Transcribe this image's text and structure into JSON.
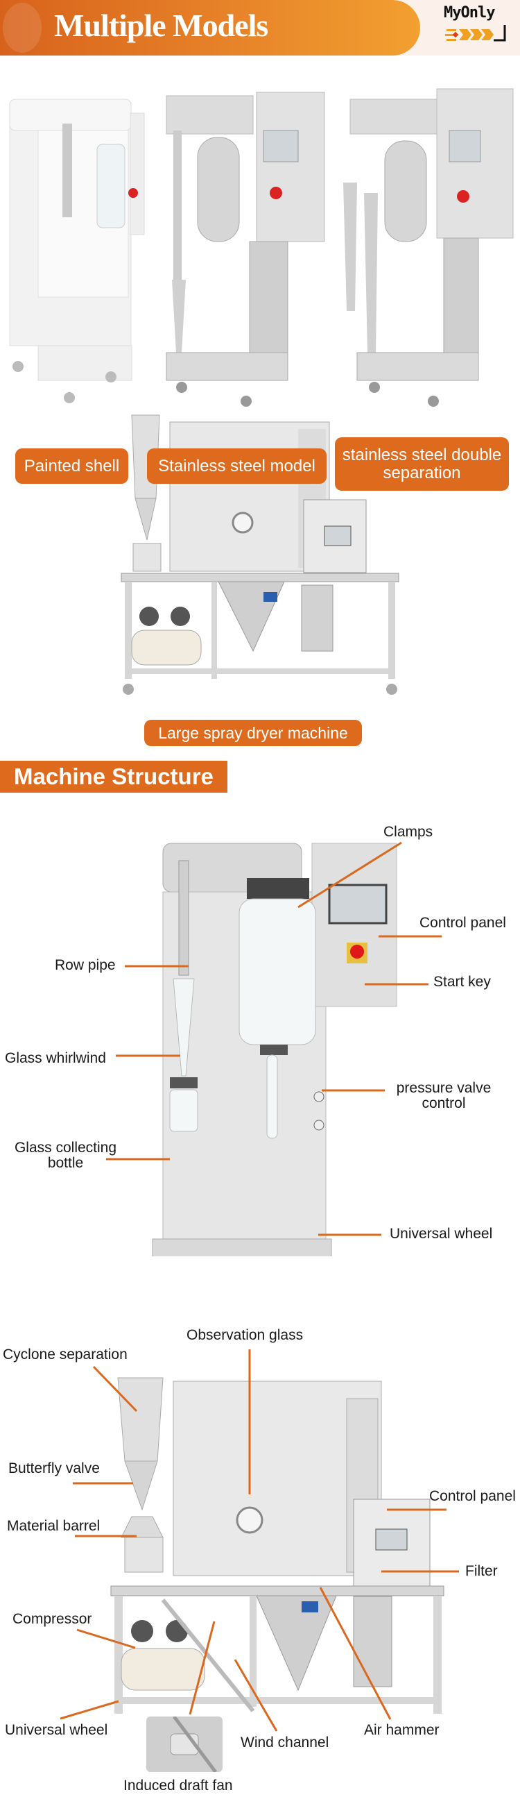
{
  "header": {
    "title": "Multiple Models",
    "logo_text": "MyOnly"
  },
  "models": [
    {
      "label": "Painted shell"
    },
    {
      "label": "Stainless steel model"
    },
    {
      "label": "stainless steel double separation"
    }
  ],
  "large_machine": {
    "label": "Large spray dryer machine"
  },
  "structure": {
    "title": "Machine Structure",
    "lab_labels": {
      "clamps": "Clamps",
      "control_panel": "Control panel",
      "row_pipe": "Row pipe",
      "start_key": "Start key",
      "glass_whirlwind": "Glass whirlwind",
      "pressure_valve": "pressure valve control",
      "glass_bottle": "Glass collecting bottle",
      "universal_wheel": "Universal wheel"
    },
    "large_labels": {
      "observation_glass": "Observation glass",
      "cyclone": "Cyclone separation",
      "butterfly_valve": "Butterfly valve",
      "material_barrel": "Material barrel",
      "control_panel": "Control panel",
      "filter": "Filter",
      "compressor": "Compressor",
      "universal_wheel": "Universal wheel",
      "wind_channel": "Wind channel",
      "air_hammer": "Air hammer",
      "induced_draft_fan": "Induced draft fan"
    }
  },
  "colors": {
    "accent": "#de6a1e",
    "header_gradient_end": "#f2a030"
  }
}
